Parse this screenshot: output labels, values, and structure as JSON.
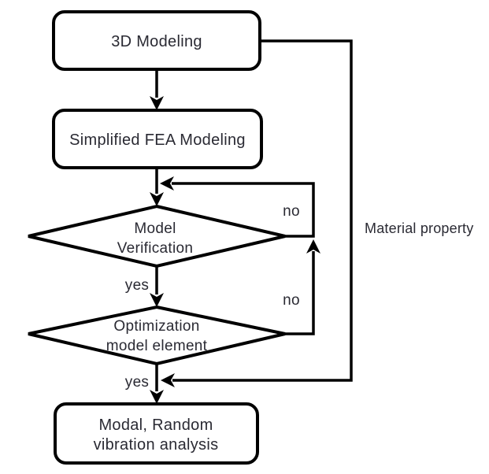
{
  "flowchart": {
    "nodes": {
      "modeling_3d": {
        "label": "3D Modeling",
        "shape": "rounded-rect"
      },
      "fea_modeling": {
        "label": "Simplified FEA Modeling",
        "shape": "rounded-rect"
      },
      "model_verification": {
        "label_line1": "Model",
        "label_line2": "Verification",
        "shape": "diamond"
      },
      "optimization": {
        "label_line1": "Optimization",
        "label_line2": "model element",
        "shape": "diamond"
      },
      "vibration_analysis": {
        "label_line1": "Modal, Random",
        "label_line2": "vibration analysis",
        "shape": "rounded-rect"
      }
    },
    "edge_labels": {
      "verification_no": "no",
      "verification_yes": "yes",
      "optimization_no": "no",
      "optimization_yes": "yes",
      "material_property": "Material property"
    },
    "colors": {
      "line": "#000000",
      "node_fill": "#ffffff",
      "text": "#2a2a33",
      "background": "#ffffff"
    }
  }
}
